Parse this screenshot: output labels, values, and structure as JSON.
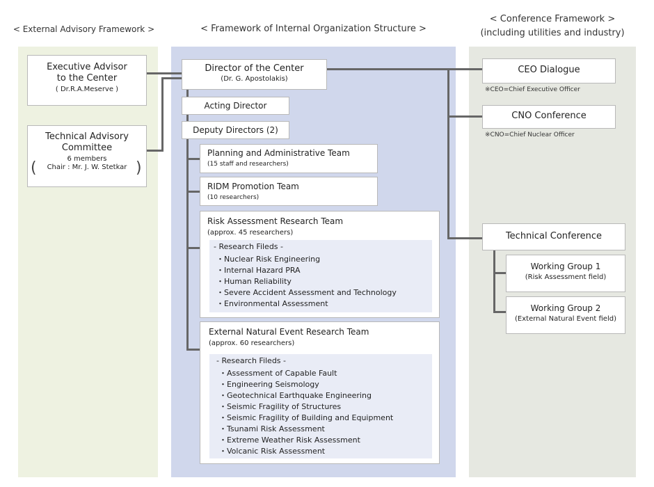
{
  "headers": {
    "external": "< External Advisory Framework >",
    "internal": "< Framework of Internal Organization Structure >",
    "conference_line1": "< Conference Framework >",
    "conference_line2": "(including utilities and industry)"
  },
  "external": {
    "executive_advisor": {
      "title_line1": "Executive Advisor",
      "title_line2": "to the Center",
      "name": "( Dr.R.A.Meserve )"
    },
    "technical_committee": {
      "title_line1": "Technical Advisory",
      "title_line2": "Committee",
      "members": "6 members",
      "chair": "Chair : Mr. J. W. Stetkar"
    }
  },
  "internal": {
    "director": {
      "title": "Director of the Center",
      "name": "(Dr. G. Apostolakis)"
    },
    "acting_director": "Acting Director",
    "deputy_directors": "Deputy Directors (2)",
    "planning_team": {
      "title": "Planning and Administrative Team",
      "sub": "(15 staff and researchers)"
    },
    "ridm_team": {
      "title": "RIDM Promotion Team",
      "sub": "(10 researchers)"
    },
    "risk_team": {
      "title": "Risk Assessment Research Team",
      "sub": "(approx. 45 researchers)",
      "fields_heading": "- Research Fileds -",
      "fields": [
        "・Nuclear Risk Engineering",
        "・Internal Hazard PRA",
        "・Human Reliability",
        "・Severe Accident Assessment and Technology",
        "・Environmental Assessment"
      ]
    },
    "natural_team": {
      "title": "External Natural Event Research Team",
      "sub": "(approx. 60 researchers)",
      "fields_heading": "- Research Fileds -",
      "fields": [
        "・Assessment of Capable Fault",
        "・Engineering Seismology",
        "・Geotechnical Earthquake Engineering",
        "・Seismic Fragility of Structures",
        "・Seismic Fragility of Building and Equipment",
        "・Tsunami Risk Assessment",
        "・Extreme Weather Risk Assessment",
        "・Volcanic Risk Assessment"
      ]
    }
  },
  "conference": {
    "ceo": {
      "title": "CEO Dialogue",
      "note": "※CEO=Chief Executive Officer"
    },
    "cno": {
      "title": "CNO Conference",
      "note": "※CNO=Chief Nuclear Officer"
    },
    "technical": "Technical Conference",
    "wg1": {
      "title": "Working Group 1",
      "sub": "(Risk Assessment field)"
    },
    "wg2": {
      "title": "Working Group 2",
      "sub": "(External Natural Event field)"
    }
  }
}
